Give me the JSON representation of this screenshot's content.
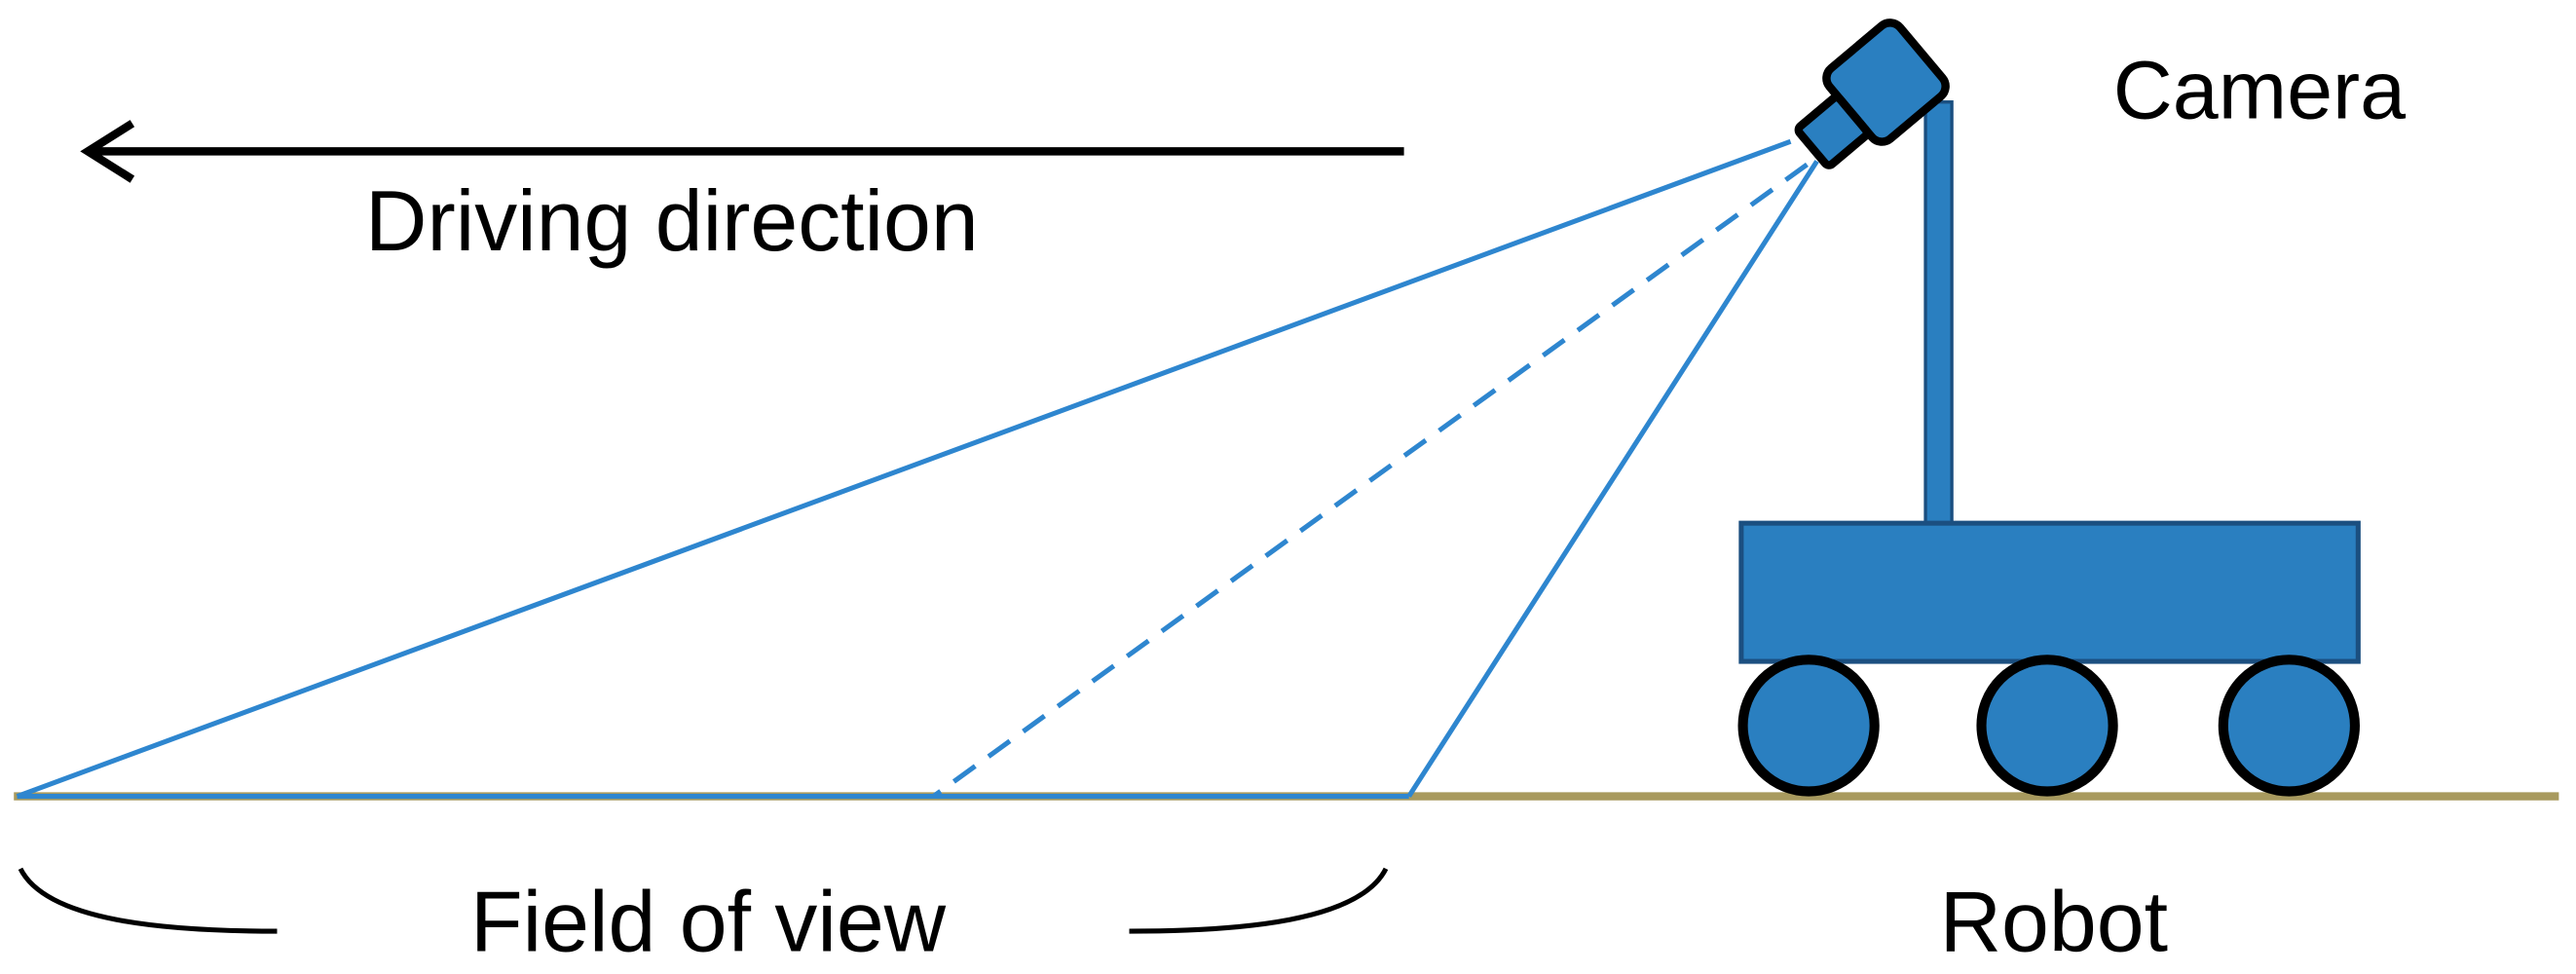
{
  "labels": {
    "driving_direction": "Driving direction",
    "camera": "Camera",
    "field_of_view": "Field of view",
    "robot": "Robot"
  },
  "colors": {
    "robot_fill": "#2a7fc0",
    "robot_stroke": "#000000",
    "fov_line": "#2e86cf",
    "ground": "#a89a5e",
    "arrow": "#000000",
    "text": "#000000"
  },
  "icons": {
    "camera": "camera-icon",
    "arrow": "left-arrow-icon"
  }
}
